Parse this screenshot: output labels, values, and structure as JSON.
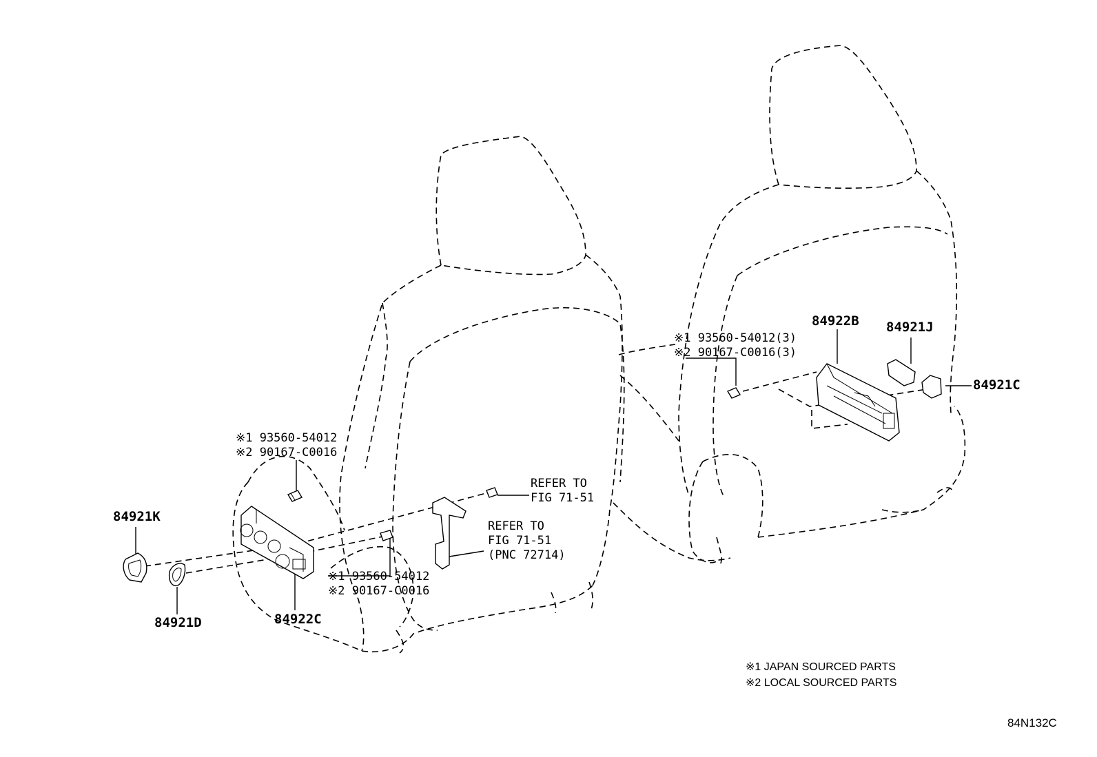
{
  "labels": {
    "p84921K": "84921K",
    "p84921D": "84921D",
    "p84922C": "84922C",
    "p84922B": "84922B",
    "p84921J": "84921J",
    "p84921C": "84921C",
    "left_upper_bolt_l1": "※1 93560-54012",
    "left_upper_bolt_l2": "※2 90167-C0016",
    "left_lower_bolt_l1": "※1 93560-54012",
    "left_lower_bolt_l2": "※2 90167-C0016",
    "right_bolt_l1": "※1 93560-54012(3)",
    "right_bolt_l2": "※2 90167-C0016(3)",
    "refer1_l1": "REFER TO",
    "refer1_l2": "FIG 71-51",
    "refer2_l1": "REFER TO",
    "refer2_l2": "FIG 71-51",
    "refer2_l3": "(PNC 72714)"
  },
  "notes": {
    "n1": "※1 JAPAN SOURCED PARTS",
    "n2": "※2 LOCAL SOURCED PARTS"
  },
  "figure_id": "84N132C"
}
